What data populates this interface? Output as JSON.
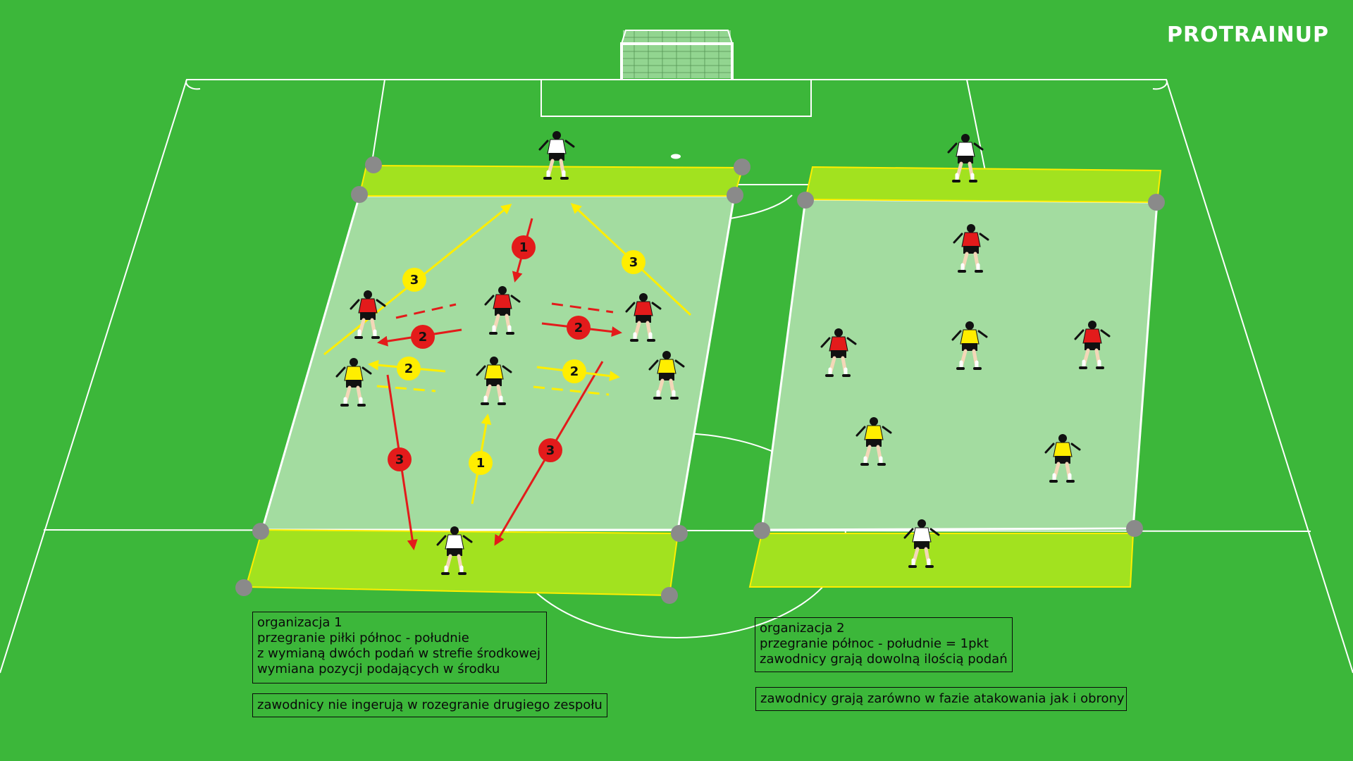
{
  "brand": {
    "logo_text": "PROTRAINUP"
  },
  "colors": {
    "grass": "#3cb73a",
    "line": "#ffffff",
    "area": "#a3dca0",
    "endzone": "#a2e21f",
    "team_red": "#e31b1b",
    "team_yellow": "#ffee00",
    "neutral": "#ffffff",
    "cone": "#8a8a8a"
  },
  "notes": {
    "org1": {
      "lines": [
        "organizacja 1",
        "przegranie piłki północ - południe",
        "z wymianą dwóch podań w strefie środkowej",
        "wymiana pozycji podających w środku"
      ],
      "extra": "zawodnicy nie ingerują w rozegranie drugiego zespołu"
    },
    "org2": {
      "lines": [
        "organizacja 2",
        "przegranie północ - południe = 1pkt",
        "zawodnicy grają dowolną ilością podań"
      ],
      "extra": "zawodnicy grają zarówno w fazie atakowania jak i obrony"
    }
  },
  "badges": [
    {
      "label": "1",
      "team": "red"
    },
    {
      "label": "2",
      "team": "red"
    },
    {
      "label": "2",
      "team": "red"
    },
    {
      "label": "3",
      "team": "red"
    },
    {
      "label": "3",
      "team": "red"
    },
    {
      "label": "1",
      "team": "yellow"
    },
    {
      "label": "2",
      "team": "yellow"
    },
    {
      "label": "2",
      "team": "yellow"
    },
    {
      "label": "3",
      "team": "yellow"
    },
    {
      "label": "3",
      "team": "yellow"
    }
  ],
  "icons": [
    "football-goal-icon",
    "player-icon",
    "cone-icon",
    "pass-arrow-icon"
  ]
}
